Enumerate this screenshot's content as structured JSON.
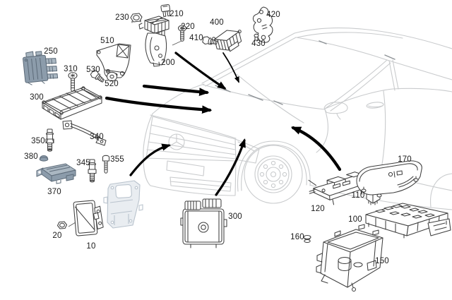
{
  "diagram_type": "vehicle-electrical-parts-location-diagram",
  "colors": {
    "arrow": "#000000",
    "partline": "#3f3f3f",
    "carline": "#c9cbcd",
    "wiper": "#8d9296",
    "steelblue": "#8c9cab",
    "steelbluedark": "#5d6b79",
    "steelbluelight": "#aab7c2",
    "ghost": "#b9c3cd",
    "ghostfill": "#e9edf1",
    "label": "#1a1a1a"
  },
  "labels": {
    "p230": "230",
    "p210": "210",
    "p220": "220",
    "p200": "200",
    "p510": "510",
    "p250": "250",
    "p310": "310",
    "p530": "530",
    "p520": "520",
    "p300a": "300",
    "p350": "350",
    "p340": "340",
    "p380": "380",
    "p345": "345",
    "p355": "355",
    "p370": "370",
    "p20": "20",
    "p10": "10",
    "p400": "400",
    "p410": "410",
    "p420": "420",
    "p430": "430",
    "p300b": "300",
    "p120": "120",
    "p110": "110",
    "p170": "170",
    "p100": "100",
    "p160": "160",
    "p150": "150"
  }
}
